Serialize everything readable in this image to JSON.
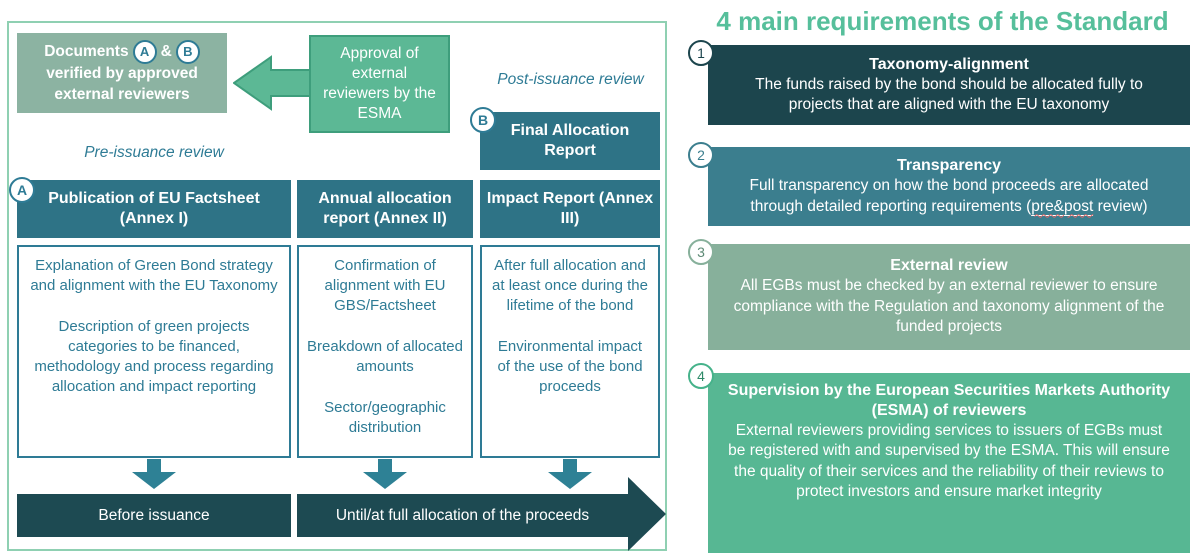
{
  "colors": {
    "accent_green": "#5cb895",
    "title_green": "#56bf9b",
    "sage_green": "#8cb3a2",
    "teal_header": "#2e7386",
    "teal_mid": "#3b7e8e",
    "teal_text": "#2e7b95",
    "dark_teal_box": "#1c454d",
    "dark_timeline_bar": "#1d4a52",
    "panel_border_green": "#8fd0b2",
    "spellcheck_red": "#e06666"
  },
  "left": {
    "documents": {
      "prefix": "Documents",
      "amp": "&",
      "badge_a": "A",
      "badge_b": "B",
      "suffix": "verified by approved external reviewers"
    },
    "approval": "Approval of external reviewers by the ESMA",
    "pre_label": "Pre-issuance review",
    "post_label": "Post-issuance review",
    "final_allocation": {
      "badge": "B",
      "title": "Final Allocation Report"
    },
    "columns": [
      {
        "badge": "A",
        "header": "Publication of EU Factsheet (Annex I)",
        "body": [
          "Explanation of Green Bond strategy and alignment with the EU Taxonomy",
          "Description of green projects categories to be financed, methodology and process regarding allocation and impact reporting"
        ]
      },
      {
        "header": "Annual allocation report (Annex II)",
        "body": [
          "Confirmation of alignment with EU GBS/Factsheet",
          "Breakdown of allocated amounts",
          "Sector/geographic distribution"
        ]
      },
      {
        "header": "Impact Report (Annex III)",
        "body": [
          "After full allocation and at least once during the lifetime of the bond",
          "Environmental impact of the use of the bond proceeds"
        ]
      }
    ],
    "timeline": {
      "before": "Before issuance",
      "until": "Until/at full allocation of the proceeds"
    }
  },
  "right": {
    "title": "4 main requirements of the Standard",
    "requirements": [
      {
        "num": "1",
        "heading": "Taxonomy-alignment",
        "body": "The funds raised by the bond should be allocated fully to projects that are aligned with the EU taxonomy"
      },
      {
        "num": "2",
        "heading": "Transparency",
        "body_pre": "Full transparency on how the bond proceeds are allocated through detailed reporting requirements (",
        "body_mark": "pre&post",
        "body_post": " review)"
      },
      {
        "num": "3",
        "heading": "External review",
        "body": "All EGBs must be checked by an external reviewer to ensure compliance with the Regulation and taxonomy alignment of the funded projects"
      },
      {
        "num": "4",
        "heading": "Supervision by the European Securities Markets Authority (ESMA) of reviewers",
        "body": "External reviewers providing services to issuers of EGBs must be registered with and supervised by the ESMA. This will ensure the quality of their services and the reliability of their reviews to protect investors and ensure market integrity"
      }
    ]
  }
}
